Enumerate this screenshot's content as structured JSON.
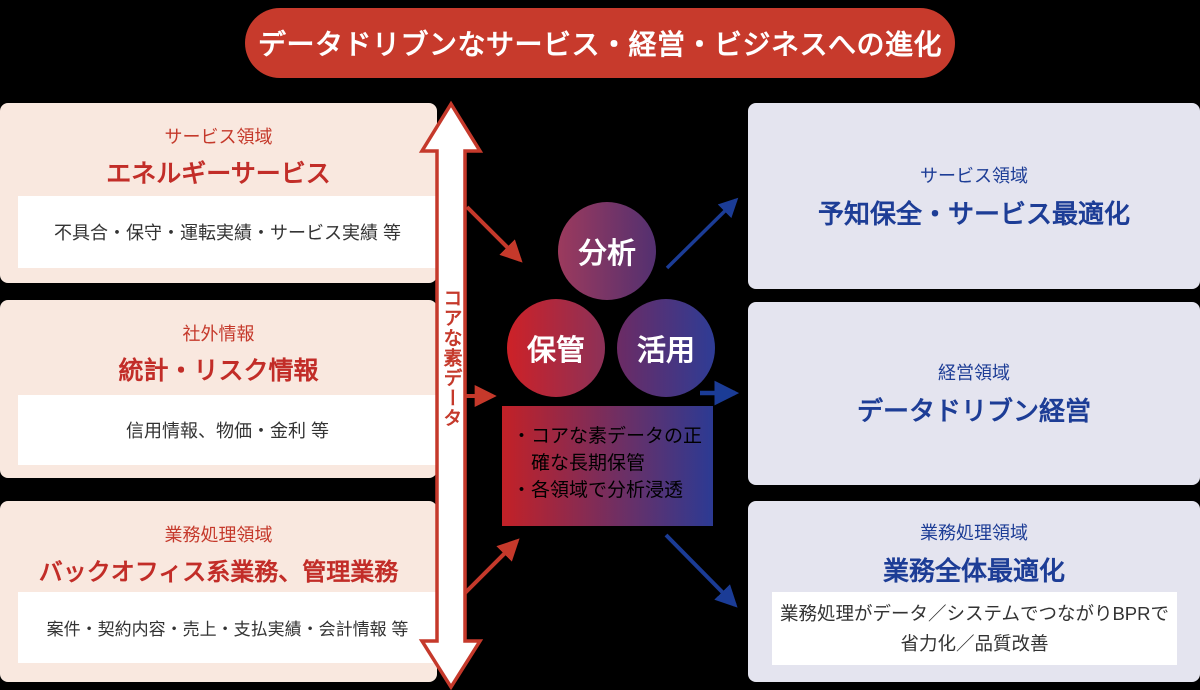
{
  "banner": {
    "title": "データドリブンなサービス・経営・ビジネスへの進化"
  },
  "left_boxes": [
    {
      "category": "サービス領域",
      "heading": "エネルギーサービス",
      "detail": "不具合・保守・運転実績・サービス実績 等"
    },
    {
      "category": "社外情報",
      "heading": "統計・リスク情報",
      "detail": "信用情報、物価・金利 等"
    },
    {
      "category": "業務処理領域",
      "heading": "バックオフィス系業務、管理業務",
      "detail": "案件・契約内容・売上・支払実績・会計情報 等"
    }
  ],
  "core_arrow": {
    "label": "コアな素データ"
  },
  "circles": [
    {
      "label": "分析"
    },
    {
      "label": "保管"
    },
    {
      "label": "活用"
    }
  ],
  "center_note": {
    "lines": [
      "・コアな素データの正",
      "確な長期保管",
      "・各領域で分析浸透"
    ]
  },
  "right_boxes": [
    {
      "category": "サービス領域",
      "heading": "予知保全・サービス最適化"
    },
    {
      "category": "経営領域",
      "heading": "データドリブン経営"
    },
    {
      "category": "業務処理領域",
      "heading": "業務全体最適化",
      "detail": "業務処理がデータ／システムでつながりBPRで省力化／品質改善"
    }
  ],
  "colors": {
    "red": "#c5392b",
    "blue": "#1d3d96",
    "pill_bg": "#c73a2c",
    "left_box_bg": "#f9e8df",
    "right_box_bg": "#e4e4ef",
    "gradient_left": "#c32127",
    "gradient_right": "#2c3a93"
  }
}
